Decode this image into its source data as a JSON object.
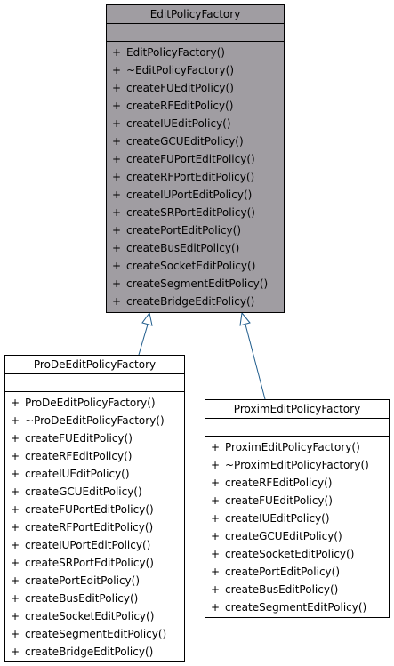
{
  "classes": {
    "main": {
      "name": "EditPolicyFactory",
      "operations": [
        {
          "vis": "+",
          "sig": "EditPolicyFactory()"
        },
        {
          "vis": "+",
          "sig": "~EditPolicyFactory()"
        },
        {
          "vis": "+",
          "sig": "createFUEditPolicy()"
        },
        {
          "vis": "+",
          "sig": "createRFEditPolicy()"
        },
        {
          "vis": "+",
          "sig": "createIUEditPolicy()"
        },
        {
          "vis": "+",
          "sig": "createGCUEditPolicy()"
        },
        {
          "vis": "+",
          "sig": "createFUPortEditPolicy()"
        },
        {
          "vis": "+",
          "sig": "createRFPortEditPolicy()"
        },
        {
          "vis": "+",
          "sig": "createIUPortEditPolicy()"
        },
        {
          "vis": "+",
          "sig": "createSRPortEditPolicy()"
        },
        {
          "vis": "+",
          "sig": "createPortEditPolicy()"
        },
        {
          "vis": "+",
          "sig": "createBusEditPolicy()"
        },
        {
          "vis": "+",
          "sig": "createSocketEditPolicy()"
        },
        {
          "vis": "+",
          "sig": "createSegmentEditPolicy()"
        },
        {
          "vis": "+",
          "sig": "createBridgeEditPolicy()"
        }
      ]
    },
    "prode": {
      "name": "ProDeEditPolicyFactory",
      "operations": [
        {
          "vis": "+",
          "sig": "ProDeEditPolicyFactory()"
        },
        {
          "vis": "+",
          "sig": "~ProDeEditPolicyFactory()"
        },
        {
          "vis": "+",
          "sig": "createFUEditPolicy()"
        },
        {
          "vis": "+",
          "sig": "createRFEditPolicy()"
        },
        {
          "vis": "+",
          "sig": "createIUEditPolicy()"
        },
        {
          "vis": "+",
          "sig": "createGCUEditPolicy()"
        },
        {
          "vis": "+",
          "sig": "createFUPortEditPolicy()"
        },
        {
          "vis": "+",
          "sig": "createRFPortEditPolicy()"
        },
        {
          "vis": "+",
          "sig": "createIUPortEditPolicy()"
        },
        {
          "vis": "+",
          "sig": "createSRPortEditPolicy()"
        },
        {
          "vis": "+",
          "sig": "createPortEditPolicy()"
        },
        {
          "vis": "+",
          "sig": "createBusEditPolicy()"
        },
        {
          "vis": "+",
          "sig": "createSocketEditPolicy()"
        },
        {
          "vis": "+",
          "sig": "createSegmentEditPolicy()"
        },
        {
          "vis": "+",
          "sig": "createBridgeEditPolicy()"
        }
      ]
    },
    "proxim": {
      "name": "ProximEditPolicyFactory",
      "operations": [
        {
          "vis": "+",
          "sig": "ProximEditPolicyFactory()"
        },
        {
          "vis": "+",
          "sig": "~ProximEditPolicyFactory()"
        },
        {
          "vis": "+",
          "sig": "createRFEditPolicy()"
        },
        {
          "vis": "+",
          "sig": "createFUEditPolicy()"
        },
        {
          "vis": "+",
          "sig": "createIUEditPolicy()"
        },
        {
          "vis": "+",
          "sig": "createGCUEditPolicy()"
        },
        {
          "vis": "+",
          "sig": "createSocketEditPolicy()"
        },
        {
          "vis": "+",
          "sig": "createPortEditPolicy()"
        },
        {
          "vis": "+",
          "sig": "createBusEditPolicy()"
        },
        {
          "vis": "+",
          "sig": "createSegmentEditPolicy()"
        }
      ]
    }
  },
  "colors": {
    "highlight_fill": "#a09da2",
    "box_fill": "#ffffff",
    "border": "#000000",
    "inheritance_edge": "#1f5c8c"
  }
}
